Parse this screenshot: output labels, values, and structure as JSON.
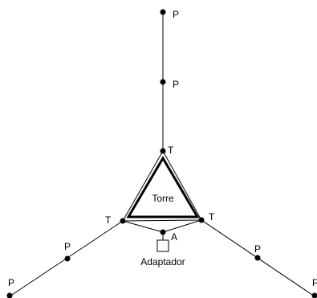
{
  "diagram": {
    "point_label": "P",
    "tower_vertex_label": "T",
    "adapter_node_label": "A",
    "tower_label": "Torre",
    "adapter_label": "Adaptador"
  },
  "colors": {
    "line": "#000000",
    "node": "#000000",
    "background": "#ffffff"
  }
}
